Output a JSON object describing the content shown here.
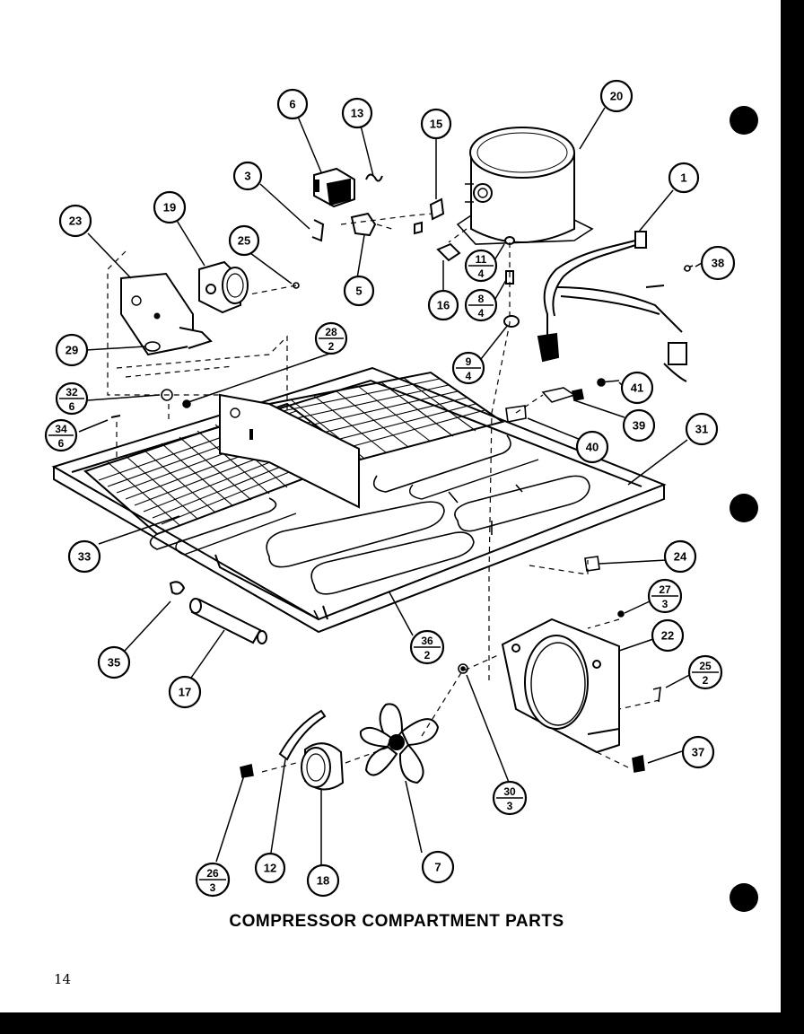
{
  "caption": "COMPRESSOR COMPARTMENT PARTS",
  "page_number": "14",
  "callouts": [
    {
      "id": "c1",
      "num": "1"
    },
    {
      "id": "c3",
      "num": "3"
    },
    {
      "id": "c5",
      "num": "5"
    },
    {
      "id": "c6",
      "num": "6"
    },
    {
      "id": "c7",
      "num": "7"
    },
    {
      "id": "c12",
      "num": "12"
    },
    {
      "id": "c13",
      "num": "13"
    },
    {
      "id": "c15",
      "num": "15"
    },
    {
      "id": "c16",
      "num": "16"
    },
    {
      "id": "c17",
      "num": "17"
    },
    {
      "id": "c18",
      "num": "18"
    },
    {
      "id": "c19",
      "num": "19"
    },
    {
      "id": "c20",
      "num": "20"
    },
    {
      "id": "c22",
      "num": "22"
    },
    {
      "id": "c23",
      "num": "23"
    },
    {
      "id": "c24",
      "num": "24"
    },
    {
      "id": "c25",
      "num": "25"
    },
    {
      "id": "c29",
      "num": "29"
    },
    {
      "id": "c31",
      "num": "31"
    },
    {
      "id": "c33",
      "num": "33"
    },
    {
      "id": "c35",
      "num": "35"
    },
    {
      "id": "c37",
      "num": "37"
    },
    {
      "id": "c38",
      "num": "38"
    },
    {
      "id": "c39",
      "num": "39"
    },
    {
      "id": "c40",
      "num": "40"
    },
    {
      "id": "c41",
      "num": "41"
    },
    {
      "id": "c11",
      "num": "11",
      "den": "4"
    },
    {
      "id": "c8",
      "num": "8",
      "den": "4"
    },
    {
      "id": "c9",
      "num": "9",
      "den": "4"
    },
    {
      "id": "c28",
      "num": "28",
      "den": "2"
    },
    {
      "id": "c32",
      "num": "32",
      "den": "6"
    },
    {
      "id": "c34",
      "num": "34",
      "den": "6"
    },
    {
      "id": "c36",
      "num": "36",
      "den": "2"
    },
    {
      "id": "c27",
      "num": "27",
      "den": "3"
    },
    {
      "id": "c25b",
      "num": "25",
      "den": "2"
    },
    {
      "id": "c30",
      "num": "30",
      "den": "3"
    },
    {
      "id": "c26",
      "num": "26",
      "den": "3"
    }
  ]
}
